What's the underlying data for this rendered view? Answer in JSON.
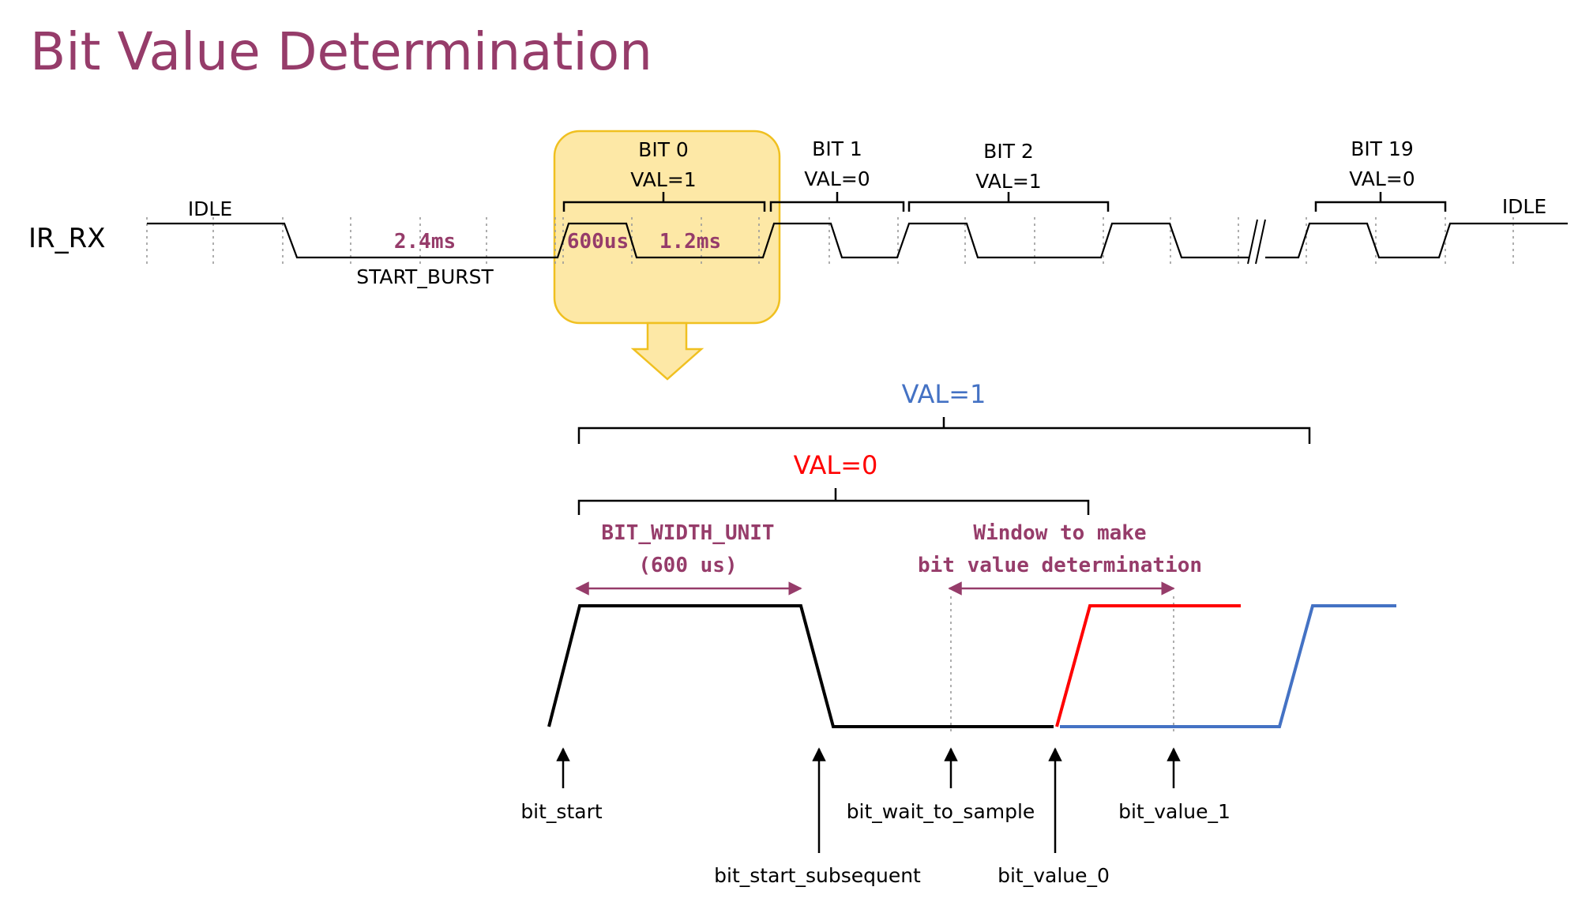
{
  "title": "Bit Value Determination",
  "signal_name": "IR_RX",
  "top_timing": {
    "idle_left": "IDLE",
    "idle_right": "IDLE",
    "start_duration": "2.4ms",
    "start_label": "START_BURST",
    "bit0_high": "600us",
    "bit0_low": "1.2ms",
    "bits": [
      {
        "name": "BIT 0",
        "val": "VAL=1"
      },
      {
        "name": "BIT 1",
        "val": "VAL=0"
      },
      {
        "name": "BIT 2",
        "val": "VAL=1"
      },
      {
        "name": "BIT 19",
        "val": "VAL=0"
      }
    ]
  },
  "detail": {
    "val1_label": "VAL=1",
    "val0_label": "VAL=0",
    "bit_width_label": "BIT_WIDTH_UNIT",
    "bit_width_value": "(600 us)",
    "window_line1": "Window to make",
    "window_line2": "bit value determination",
    "markers": {
      "bit_start": "bit_start",
      "bit_start_subsequent": "bit_start_subsequent",
      "bit_wait_to_sample": "bit_wait_to_sample",
      "bit_value_0": "bit_value_0",
      "bit_value_1": "bit_value_1"
    }
  },
  "colors": {
    "title": "#963c6a",
    "highlight_fill": "#fde8a6",
    "highlight_stroke": "#f0c020",
    "val1": "#4472c4",
    "val0": "#ff0000",
    "dimension": "#963c6a"
  }
}
